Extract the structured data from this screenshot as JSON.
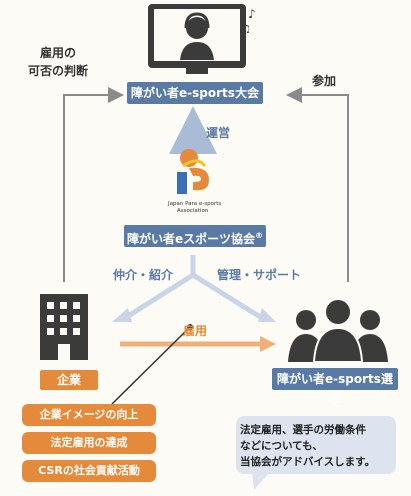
{
  "nodes": {
    "tournament": "障がい者e-sports大会",
    "association": "障がい者eスポーツ協会",
    "association_mark": "®",
    "company": "企業",
    "athlete": "障がい者e-sports選手"
  },
  "logo": {
    "text_line1": "Japan Para e-sports",
    "text_line2": "Association"
  },
  "edge_labels": {
    "employment_decision_line1": "雇用の",
    "employment_decision_line2": "可否の判断",
    "participation": "参加",
    "operation": "運営",
    "mediation": "仲介・紹介",
    "management": "管理・サポート",
    "employment": "雇用"
  },
  "benefits": [
    "企業イメージの向上",
    "法定雇用の達成",
    "CSRの社会貢献活動"
  ],
  "advice": {
    "line1": "法定雇用、選手の労働条件",
    "line2": "などについても、",
    "line3": "当協会がアドバイスします。"
  },
  "colors": {
    "blue": "#5a7aa6",
    "orange": "#e58a3b",
    "gray": "#3b3b3b",
    "advice_bg": "#dde4f0"
  }
}
